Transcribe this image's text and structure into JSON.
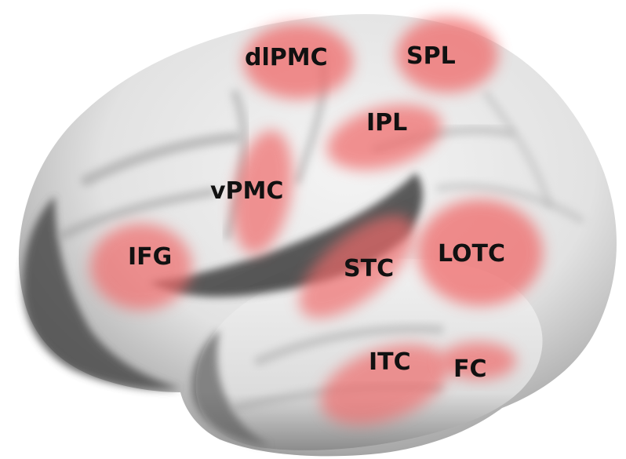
{
  "figure": {
    "surface_color": "#ededed",
    "shadow_color": "#4a4a4a",
    "highlight_color": "#f06a6a"
  },
  "regions": [
    {
      "id": "dlpmc",
      "label": "dlPMC"
    },
    {
      "id": "spl",
      "label": "SPL"
    },
    {
      "id": "ipl",
      "label": "IPL"
    },
    {
      "id": "vpmc",
      "label": "vPMC"
    },
    {
      "id": "ifg",
      "label": "IFG"
    },
    {
      "id": "stc",
      "label": "STC"
    },
    {
      "id": "lotc",
      "label": "LOTC"
    },
    {
      "id": "itc",
      "label": "ITC"
    },
    {
      "id": "fc",
      "label": "FC"
    }
  ]
}
